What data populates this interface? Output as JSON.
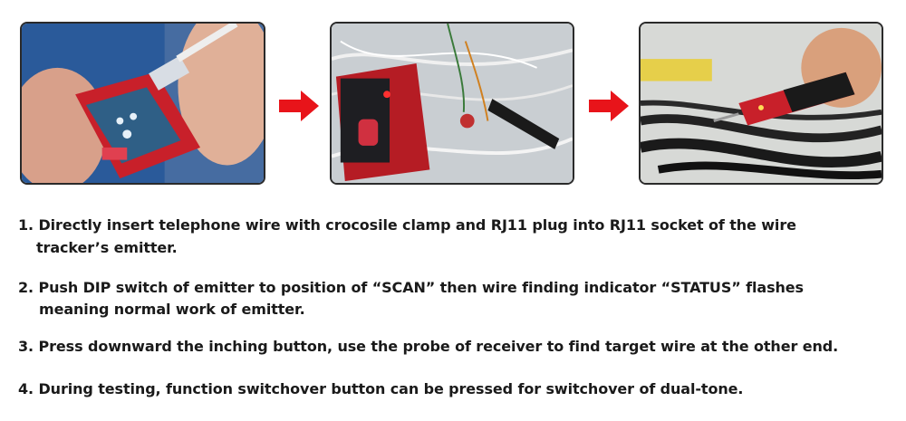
{
  "steps": {
    "step1_line1": "1. Directly insert telephone  wire with crocosile clamp and RJ11 plug into RJ11 socket of the wire",
    "step1_line2": "tracker’s emitter.",
    "step2_line1": "2. Push DIP switch of emitter to position of “SCAN” then wire finding indicator “STATUS” flashes",
    "step2_line2": "meaning normal work of emitter.",
    "step3": "3. Press downward the inching button, use the probe of receiver to find target wire at the other end.",
    "step4": "4. During testing, function switchover button can be pressed for switchover of dual-tone."
  },
  "colors": {
    "arrow": "#e8141a",
    "device": "#c8202a",
    "panel_border": "#2a2a2a"
  },
  "icons": [
    "right-arrow-icon",
    "right-arrow-icon"
  ]
}
